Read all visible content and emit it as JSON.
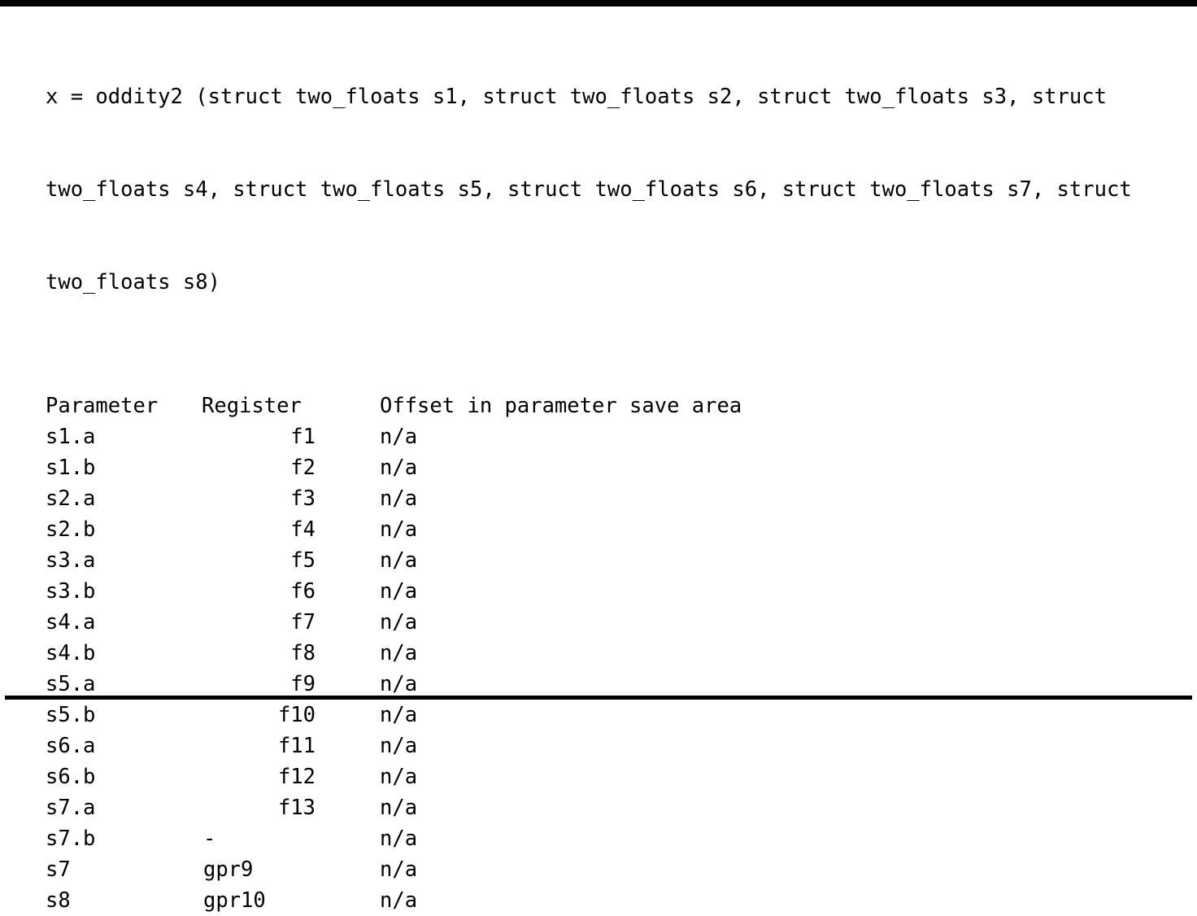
{
  "document": {
    "signature": {
      "lines": [
        "x = oddity2 (struct two_floats s1, struct two_floats s2, struct two_floats s3, struct",
        "two_floats s4, struct two_floats s5, struct two_floats s6, struct two_floats s7, struct",
        "two_floats s8)"
      ]
    },
    "table": {
      "headers": {
        "parameter": "Parameter",
        "register": "Register",
        "offset": "Offset in parameter save area"
      },
      "rows": [
        {
          "parameter": "s1.a",
          "register": "f1",
          "offset": "n/a"
        },
        {
          "parameter": "s1.b",
          "register": "f2",
          "offset": "n/a"
        },
        {
          "parameter": "s2.a",
          "register": "f3",
          "offset": "n/a"
        },
        {
          "parameter": "s2.b",
          "register": "f4",
          "offset": "n/a"
        },
        {
          "parameter": "s3.a",
          "register": "f5",
          "offset": "n/a"
        },
        {
          "parameter": "s3.b",
          "register": "f6",
          "offset": "n/a"
        },
        {
          "parameter": "s4.a",
          "register": "f7",
          "offset": "n/a"
        },
        {
          "parameter": "s4.b",
          "register": "f8",
          "offset": "n/a"
        },
        {
          "parameter": "s5.a",
          "register": "f9",
          "offset": "n/a"
        },
        {
          "parameter": "s5.b",
          "register": "f10",
          "offset": "n/a"
        },
        {
          "parameter": "s6.a",
          "register": "f11",
          "offset": "n/a"
        },
        {
          "parameter": "s6.b",
          "register": "f12",
          "offset": "n/a"
        },
        {
          "parameter": "s7.a",
          "register": "f13",
          "offset": "n/a"
        },
        {
          "parameter": "s7.b",
          "register": "-",
          "offset": "n/a"
        },
        {
          "parameter": "s7",
          "register": "gpr9",
          "offset": "n/a"
        },
        {
          "parameter": "s8",
          "register": "gpr10",
          "offset": "n/a"
        }
      ]
    },
    "colors": {
      "text": "#000000",
      "background": "#ffffff",
      "rule": "#000000"
    }
  }
}
